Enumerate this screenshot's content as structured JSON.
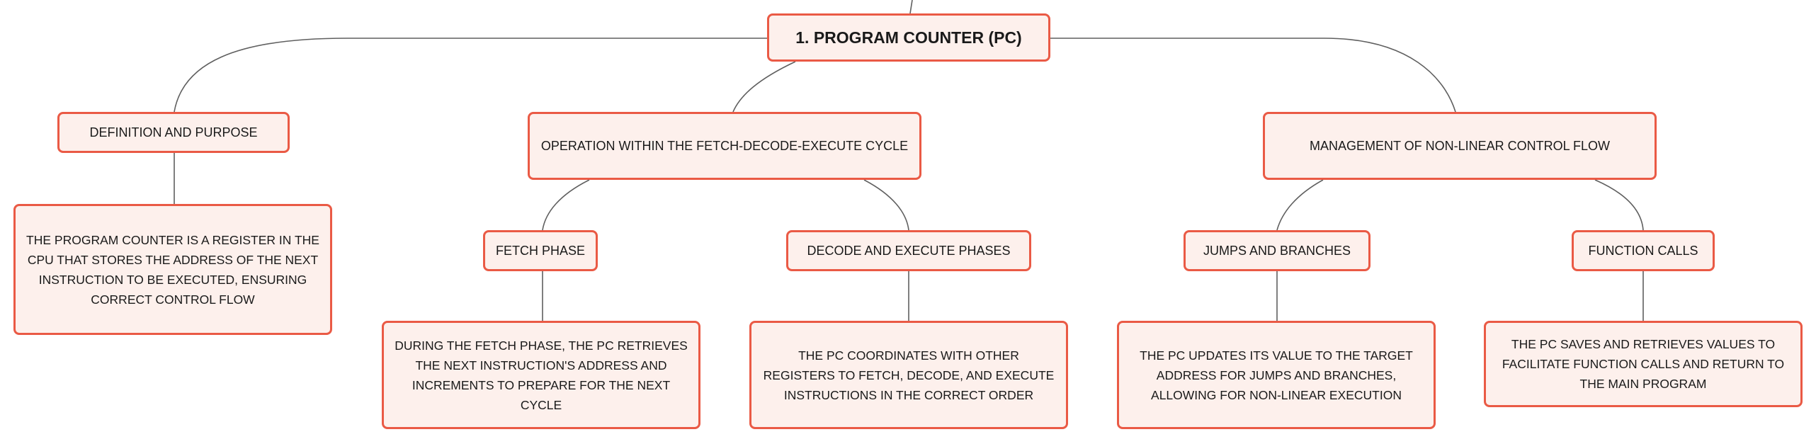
{
  "diagram": {
    "root": {
      "label": "1. PROGRAM COUNTER (PC)"
    },
    "branches": [
      {
        "label": "DEFINITION AND PURPOSE",
        "details": [
          "THE PROGRAM COUNTER IS A REGISTER IN THE CPU THAT STORES THE ADDRESS OF THE NEXT INSTRUCTION TO BE EXECUTED, ENSURING CORRECT CONTROL FLOW"
        ]
      },
      {
        "label": "OPERATION WITHIN THE FETCH-DECODE-EXECUTE CYCLE",
        "children": [
          {
            "label": "FETCH PHASE",
            "detail": "DURING THE FETCH PHASE, THE PC RETRIEVES THE NEXT INSTRUCTION'S ADDRESS AND INCREMENTS TO PREPARE FOR THE NEXT CYCLE"
          },
          {
            "label": "DECODE AND EXECUTE PHASES",
            "detail": "THE PC COORDINATES WITH OTHER REGISTERS TO FETCH, DECODE, AND EXECUTE INSTRUCTIONS IN THE CORRECT ORDER"
          }
        ]
      },
      {
        "label": "MANAGEMENT OF NON-LINEAR CONTROL FLOW",
        "children": [
          {
            "label": "JUMPS AND BRANCHES",
            "detail": "THE PC UPDATES ITS VALUE TO THE TARGET ADDRESS FOR JUMPS AND BRANCHES, ALLOWING FOR NON-LINEAR EXECUTION"
          },
          {
            "label": "FUNCTION CALLS",
            "detail": "THE PC SAVES AND RETRIEVES VALUES TO FACILITATE FUNCTION CALLS AND RETURN TO THE MAIN PROGRAM"
          }
        ]
      }
    ]
  },
  "colors": {
    "node_border": "#ea5a45",
    "node_fill": "#fdf0ec",
    "connector": "#5f5f5f",
    "text": "#1a1a1a"
  }
}
